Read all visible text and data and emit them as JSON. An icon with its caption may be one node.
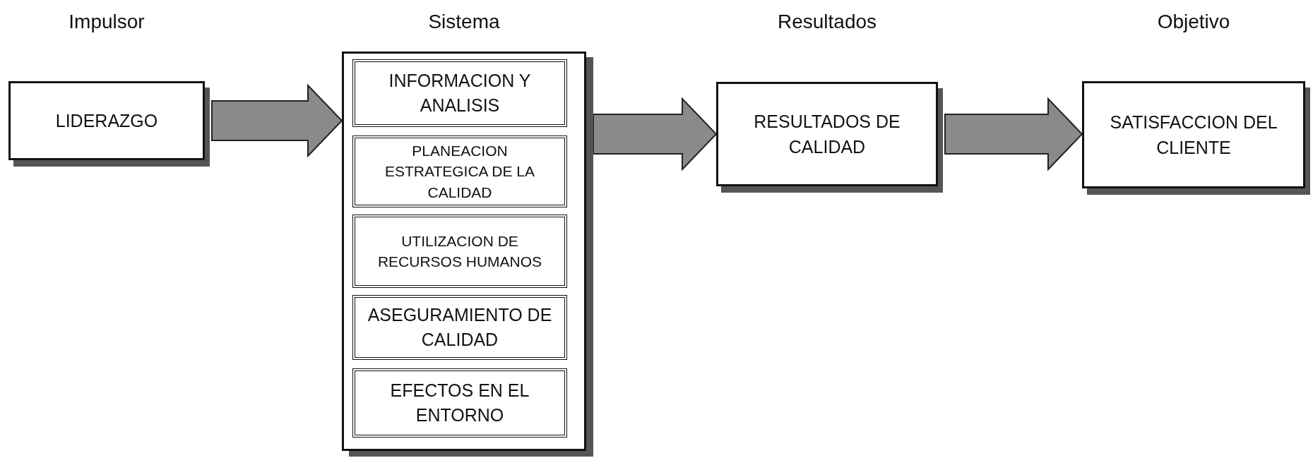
{
  "diagram": {
    "nodes": [
      {
        "text": [
          "Impulsor",
          "LIDERAZGO"
        ]
      },
      {
        "text": [
          "Sistema"
        ]
      },
      {
        "text": [
          "INFORMACION Y ANALISIS"
        ],
        "in": 1
      },
      {
        "text": [
          "PLANEACION ESTRATEGICA DE LA CALIDAD"
        ],
        "in": 1
      },
      {
        "text": [
          "UTILIZACION DE RECURSOS HUMANOS"
        ],
        "in": 1
      },
      {
        "text": [
          "ASEGURAMIENTO DE CALIDAD"
        ],
        "in": 1
      },
      {
        "text": [
          "EFECTOS EN EL ENTORNO"
        ],
        "in": 1
      },
      {
        "text": [
          "Resultados",
          "RESULTADOS DE CALIDAD"
        ]
      },
      {
        "text": [
          "Objetivo",
          "SATISFACCION DEL CLIENTE"
        ]
      }
    ],
    "edges": [
      {
        "from": 0,
        "to": 1,
        "arrow": "to",
        "style": "thick"
      },
      {
        "from": 1,
        "to": 7,
        "arrow": "to",
        "style": "thick"
      },
      {
        "from": 7,
        "to": 8,
        "arrow": "to",
        "style": "thick"
      }
    ]
  }
}
